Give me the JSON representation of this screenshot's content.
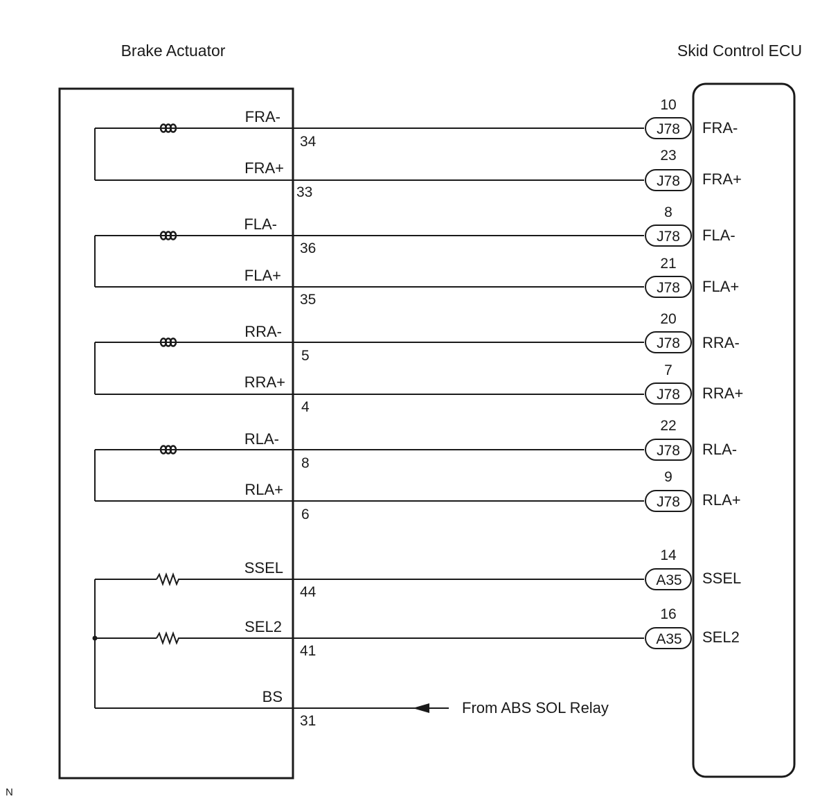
{
  "left_component": {
    "title": "Brake Actuator"
  },
  "right_component": {
    "title": "Skid Control ECU"
  },
  "connections": [
    {
      "actuator_label": "FRA-",
      "actuator_pin": "34",
      "ecu_pin": "10",
      "connector": "J78",
      "ecu_label": "FRA-",
      "element": "coil"
    },
    {
      "actuator_label": "FRA+",
      "actuator_pin": "33",
      "ecu_pin": "23",
      "connector": "J78",
      "ecu_label": "FRA+",
      "element": ""
    },
    {
      "actuator_label": "FLA-",
      "actuator_pin": "36",
      "ecu_pin": "8",
      "connector": "J78",
      "ecu_label": "FLA-",
      "element": "coil"
    },
    {
      "actuator_label": "FLA+",
      "actuator_pin": "35",
      "ecu_pin": "21",
      "connector": "J78",
      "ecu_label": "FLA+",
      "element": ""
    },
    {
      "actuator_label": "RRA-",
      "actuator_pin": "5",
      "ecu_pin": "20",
      "connector": "J78",
      "ecu_label": "RRA-",
      "element": "coil"
    },
    {
      "actuator_label": "RRA+",
      "actuator_pin": "4",
      "ecu_pin": "7",
      "connector": "J78",
      "ecu_label": "RRA+",
      "element": ""
    },
    {
      "actuator_label": "RLA-",
      "actuator_pin": "8",
      "ecu_pin": "22",
      "connector": "J78",
      "ecu_label": "RLA-",
      "element": "coil"
    },
    {
      "actuator_label": "RLA+",
      "actuator_pin": "6",
      "ecu_pin": "9",
      "connector": "J78",
      "ecu_label": "RLA+",
      "element": ""
    },
    {
      "actuator_label": "SSEL",
      "actuator_pin": "44",
      "ecu_pin": "14",
      "connector": "A35",
      "ecu_label": "SSEL",
      "element": "resistor"
    },
    {
      "actuator_label": "SEL2",
      "actuator_pin": "41",
      "ecu_pin": "16",
      "connector": "A35",
      "ecu_label": "SEL2",
      "element": "resistor"
    }
  ],
  "power_line": {
    "actuator_label": "BS",
    "actuator_pin": "31",
    "source_text": "From ABS SOL Relay"
  },
  "corner_mark": "N"
}
